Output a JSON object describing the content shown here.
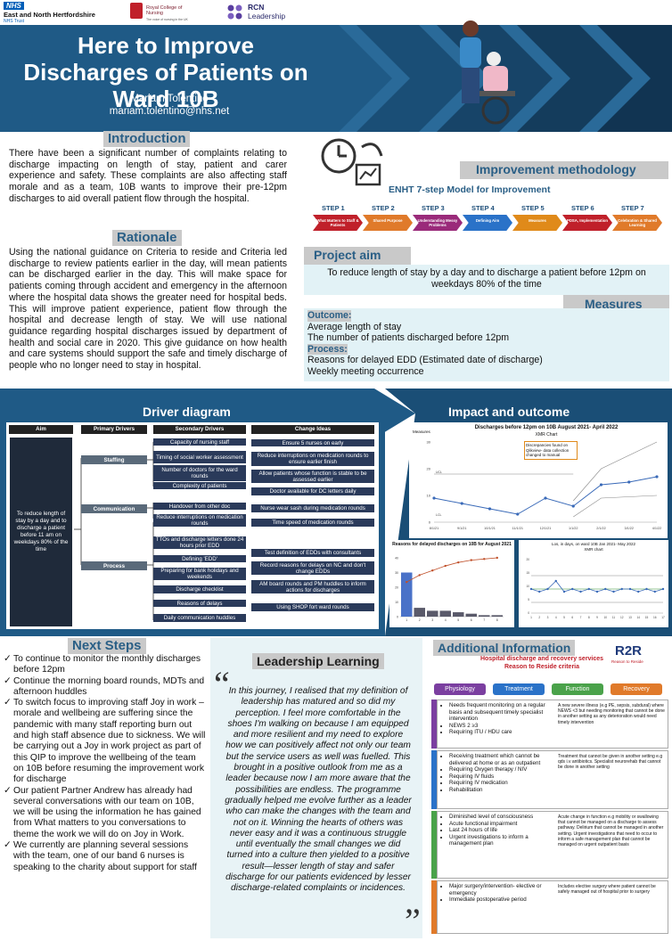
{
  "header": {
    "title": "Here to Improve Discharges of Patients on Ward 10B",
    "author": "Mariam Tolentino",
    "email": "mariam.tolentino@nhs.net",
    "logo_nhs": "NHS",
    "logo_nhs_trust": "East and North Hertfordshire",
    "logo_nhs_sub": "NHS Trust",
    "logo_rcn": "Royal College of Nursing",
    "logo_rcn_sub": "The voice of nursing in the UK",
    "logo_leadership_1": "RCN",
    "logo_leadership_2": "Leadership"
  },
  "introduction": {
    "title": "Introduction",
    "text": "There have been a significant number of complaints relating to discharge impacting on length of stay, patient and carer experience and safety. These complaints are also affecting staff morale and as a team, 10B wants to improve their pre-12pm discharges to aid overall patient flow through the hospital."
  },
  "rationale": {
    "title": "Rationale",
    "text": "Using the national guidance on Criteria to reside and Criteria led discharge to review patients earlier in the day, will mean patients can be discharged earlier in the day. This will make space for patients coming through accident and emergency in the afternoon where the hospital data shows the greater need for hospital beds. This will improve patient experience, patient flow through the hospital and decrease length of stay. We will use national guidance regarding hospital discharges issued by department of health and social care in 2020. This give guidance on how health and care systems should support the safe and timely discharge of people who no longer need to stay in hospital."
  },
  "methodology": {
    "title": "Improvement methodology",
    "subtitle": "ENHT 7-step Model for Improvement",
    "steps": [
      {
        "label": "STEP 1",
        "text": "What Matters to Staff & Patients",
        "color": "#c0202a"
      },
      {
        "label": "STEP 2",
        "text": "Shared Purpose",
        "color": "#e07a2a"
      },
      {
        "label": "STEP 3",
        "text": "Understanding Messy Problems",
        "color": "#9a2a7a"
      },
      {
        "label": "STEP 4",
        "text": "Defining Aim",
        "color": "#2a72c8"
      },
      {
        "label": "STEP 5",
        "text": "Measures",
        "color": "#e08a1a"
      },
      {
        "label": "STEP 6",
        "text": "PDSA, Implementation",
        "color": "#c0202a"
      },
      {
        "label": "STEP 7",
        "text": "Celebration & Shared Learning",
        "color": "#e07a2a"
      }
    ]
  },
  "project_aim": {
    "title": "Project aim",
    "text": "To reduce length of stay by a day and to discharge a patient before 12pm on weekdays 80% of the time"
  },
  "measures": {
    "title": "Measures",
    "outcome_label": "Outcome:",
    "outcome_1": "Average length of stay",
    "outcome_2": "The number of patients discharged before 12pm",
    "process_label": "Process:",
    "process_1": "Reasons for delayed EDD (Estimated date of discharge)",
    "process_2": "Weekly meeting occurrence"
  },
  "driver": {
    "title": "Driver diagram",
    "h_aim": "Aim",
    "h_primary": "Primary Drivers",
    "h_secondary": "Secondary Drivers",
    "h_change": "Change Ideas",
    "aim": "To reduce length of stay by a day and to discharge a patient before 11 am on weekdays 80% of the time",
    "p1": "Staffing",
    "p2": "Communication",
    "p3": "Process",
    "s1": "Capacity of nursing staff",
    "s2": "Timing of social worker assessment",
    "s3": "Number of doctors for the ward rounds",
    "s4": "Complexity of patients",
    "s5": "Handover from other doc",
    "s6": "Reduce interruptions on medication rounds",
    "s7": "TTOs and discharge letters done 24 hours prior EDD",
    "s8": "Defining 'EDD'",
    "s9": "Preparing for bank holidays and weekends",
    "s10": "Discharge checklist",
    "s11": "Reasons of delays",
    "s12": "Daily communication huddles",
    "c1": "Ensure 5 nurses on early",
    "c2": "Reduce interruptions on medication rounds to ensure earlier finish",
    "c3": "Allow patients whose function is stable to be assessed earlier",
    "c4": "Doctor available for DC letters daily",
    "c5": "Nurse wear sash during medication rounds",
    "c6": "Time speed of medication rounds",
    "c7": "Test definition of EDDs with consultants",
    "c8": "Record reasons for delays on NC and don't change EDDs",
    "c9": "AM board rounds and PM huddles to inform actions for discharges",
    "c10": "Using SHOP fort ward rounds"
  },
  "impact": {
    "title": "Impact and outcome",
    "chart1_title": "Discharges before 12pm on 10B August 2021- April 2022",
    "chart1_sub": "XMR Chart",
    "chart1_ylabel": "Measures",
    "chart1_note": "Discrepancies found on Qlikview- data collection changed to manual",
    "chart1_ucl": "UCL",
    "chart1_lcl": "LCL",
    "chart2_title": "Reasons for delayed discharges on 10B for August 2021",
    "chart3_title": "Los, in days, on ward 10B Jan 2021- May 2022",
    "chart3_sub": "XMR chart"
  },
  "chart_data": [
    {
      "type": "line",
      "title": "Discharges before 12pm on 10B August 2021- April 2022",
      "subtitle": "XMR Chart",
      "ylabel": "Measures",
      "x": [
        "8/1/21",
        "9/1/21",
        "10/1/21",
        "11/1/21",
        "12/1/21",
        "1/1/22",
        "2/1/22",
        "3/1/22",
        "4/1/22"
      ],
      "series": [
        {
          "values": [
            9,
            7,
            5,
            3,
            9,
            6,
            14,
            15,
            17
          ]
        }
      ],
      "ylim": [
        0,
        30
      ]
    },
    {
      "type": "bar",
      "title": "Reasons for delayed discharges on 10B for August 2021",
      "categories": [
        "1",
        "2",
        "3",
        "4",
        "5",
        "6",
        "7",
        "8"
      ],
      "values": [
        30,
        6,
        4,
        4,
        3,
        2,
        1,
        1
      ],
      "ylim": [
        0,
        40
      ]
    },
    {
      "type": "line",
      "title": "Los, in days, on ward 10B Jan 2021- May 2022",
      "subtitle": "XMR chart",
      "x": [
        "1",
        "2",
        "3",
        "4",
        "5",
        "6",
        "7",
        "8",
        "9",
        "10",
        "11",
        "12",
        "13",
        "14",
        "15",
        "16",
        "17"
      ],
      "series": [
        {
          "values": [
            9,
            8,
            9,
            12,
            8,
            9,
            8,
            9,
            8,
            9,
            8,
            9,
            9,
            8,
            9,
            8,
            9
          ]
        }
      ],
      "ylim": [
        0,
        20
      ]
    }
  ],
  "next_steps": {
    "title": "Next Steps",
    "items": [
      "To continue to monitor the monthly discharges before 12pm",
      "Continue the morning board rounds, MDTs and afternoon huddles",
      "To switch focus to improving staff Joy in work – morale and wellbeing are suffering since the pandemic with many staff reporting burn out and high staff absence due to sickness. We will be carrying out a Joy in work project as part of this QIP to improve the wellbeing of the team on 10B before resuming the improvement work for discharge",
      "Our patient Partner Andrew has already had several conversations with our team on 10B, we will be using the information he has gained from What matters to you conversations to theme the work we will do on Joy in Work.",
      "We currently are planning several sessions with the team, one of our band 6 nurses is speaking to the charity about support for staff"
    ]
  },
  "leadership": {
    "title": "Leadership Learning",
    "quote": "In this journey, I realised that my definition of leadership has matured and so did my perception. I feel more comfortable in the shoes I'm walking on because I am equipped and more resilient and my need to explore how we can positively affect not only our team but the service users as well was fuelled. This brought in a positive outlook from me as a leader because now I am more aware that the possibilities are endless. The programme gradually helped me evolve further as a leader who can make the changes with the team and not on it. Winning the hearts of others was never easy and it was a continuous struggle until eventually the small changes we did turned into a culture then yielded to a positive result—lesser length of stay and safer discharge for our patients evidenced by lesser discharge-related complaints or incidences.",
    "open_mark": "“",
    "close_mark": "”"
  },
  "additional": {
    "title": "Additional Information",
    "r2r": "R2R",
    "r2r_sub": "Reason to Reside",
    "subtitle_1": "Hospital discharge and recovery services",
    "subtitle_2": "Reason to Reside criteria",
    "pills": [
      {
        "label": "Physiology",
        "color": "#7b3fa0"
      },
      {
        "label": "Treatment",
        "color": "#2a72c8"
      },
      {
        "label": "Function",
        "color": "#4aa24a"
      },
      {
        "label": "Recovery",
        "color": "#e07a2a"
      }
    ],
    "rows": [
      {
        "color": "#7b3fa0",
        "left": [
          "Needs frequent monitoring on a regular basis and subsequent timely specialist intervention",
          "NEWS 2 ≥3",
          "Requiring ITU / HDU care"
        ],
        "right": "A new severe illness (e.g PE, sepsis, subdural) where NEWS <3 but needing monitoring that cannot be done in another setting as any deterioration would need timely intervention"
      },
      {
        "color": "#2a72c8",
        "left": [
          "Receiving treatment which cannot be delivered at home or as an outpatient",
          "Requiring Oxygen therapy / NIV",
          "Requiring IV fluids",
          "Requiring IV medication",
          "Rehabilitation"
        ],
        "right": "Treatment that cannot be given in another setting e.g qds i.v antibiotics. Specialist neurorehab that cannot be done in another setting"
      },
      {
        "color": "#4aa24a",
        "left": [
          "Diminished level of consciousness",
          "Acute functional impairment",
          "Last 24 hours of life",
          "Urgent investigations to inform a management plan"
        ],
        "right": "Acute change in function e.g mobility or swallowing that cannot be managed on a discharge to assess pathway. Delirium that cannot be managed in another setting. Urgent investigations that need to occur to inform a safe management plan that cannot be managed on urgent outpatient basis"
      },
      {
        "color": "#e07a2a",
        "left": [
          "Major surgery/intervention- elective or emergency",
          "Immediate postoperative period"
        ],
        "right": "Includes elective surgery where patient cannot be safely managed out of hospital prior to surgery"
      }
    ]
  }
}
